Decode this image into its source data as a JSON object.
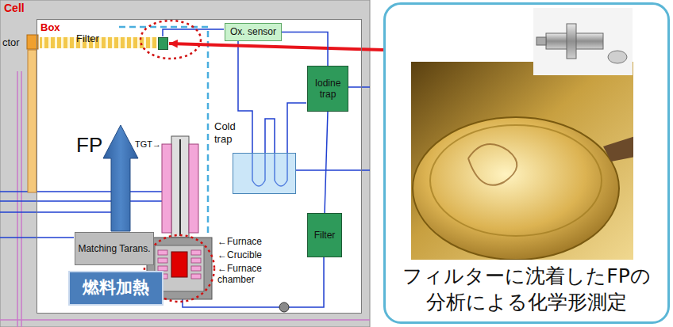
{
  "diagram": {
    "nodes": [
      {
        "text": [
          "Cell"
        ]
      },
      {
        "text": [
          "Box"
        ],
        "in": 0
      },
      {
        "text": [
          "Filter"
        ],
        "in": 1
      },
      {
        "text": [
          "Ox. sensor"
        ],
        "in": 1
      },
      {
        "text": [
          "Iodine trap"
        ],
        "in": 1
      },
      {
        "text": [
          "Cold trap"
        ],
        "in": 1
      },
      {
        "text": [
          "Matching Tarans."
        ],
        "in": 1
      },
      {
        "text": [
          "Filter"
        ],
        "in": 1
      },
      {
        "text": [
          "燃料加熱"
        ]
      },
      {
        "text": [
          "フィルターに沈着したFPの分析による化学形測定"
        ]
      }
    ],
    "edges": [
      {
        "from": 9,
        "to": 2,
        "arrow": "to"
      },
      {
        "from": 3,
        "to": 4,
        "arrow": "none"
      },
      {
        "from": 4,
        "to": 7,
        "arrow": "none"
      }
    ],
    "labels": [
      "ctor",
      "TGT→",
      "FP",
      "←Furnace",
      "←Crucible",
      "←Furnace chamber"
    ]
  }
}
